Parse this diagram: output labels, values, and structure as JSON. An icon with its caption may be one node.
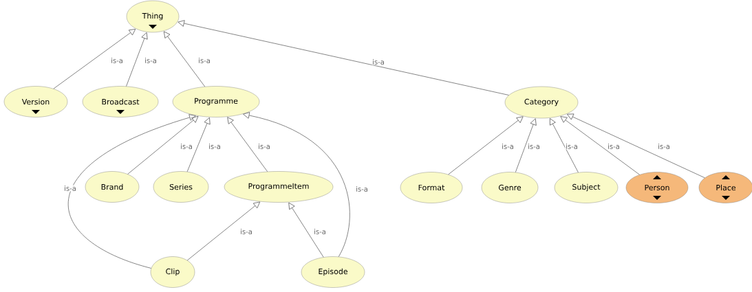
{
  "diagram": {
    "nodes": [
      {
        "text": [
          "Thing"
        ]
      },
      {
        "text": [
          "Version"
        ]
      },
      {
        "text": [
          "Broadcast"
        ]
      },
      {
        "text": [
          "Programme"
        ]
      },
      {
        "text": [
          "Category"
        ]
      },
      {
        "text": [
          "Brand"
        ]
      },
      {
        "text": [
          "Series"
        ]
      },
      {
        "text": [
          "ProgrammeItem"
        ]
      },
      {
        "text": [
          "Format"
        ]
      },
      {
        "text": [
          "Genre"
        ]
      },
      {
        "text": [
          "Subject"
        ]
      },
      {
        "text": [
          "Person"
        ]
      },
      {
        "text": [
          "Place"
        ]
      },
      {
        "text": [
          "Clip"
        ]
      },
      {
        "text": [
          "Episode"
        ]
      }
    ],
    "edges": [
      {
        "from": 1,
        "to": 0,
        "arrow": "to",
        "label": "is-a"
      },
      {
        "from": 2,
        "to": 0,
        "arrow": "to",
        "label": "is-a"
      },
      {
        "from": 3,
        "to": 0,
        "arrow": "to",
        "label": "is-a"
      },
      {
        "from": 4,
        "to": 0,
        "arrow": "to",
        "label": "is-a"
      },
      {
        "from": 5,
        "to": 3,
        "arrow": "to",
        "label": "is-a"
      },
      {
        "from": 6,
        "to": 3,
        "arrow": "to",
        "label": "is-a"
      },
      {
        "from": 7,
        "to": 3,
        "arrow": "to",
        "label": "is-a"
      },
      {
        "from": 13,
        "to": 3,
        "arrow": "to",
        "label": "is-a"
      },
      {
        "from": 14,
        "to": 3,
        "arrow": "to",
        "label": "is-a"
      },
      {
        "from": 13,
        "to": 7,
        "arrow": "to",
        "label": "is-a"
      },
      {
        "from": 14,
        "to": 7,
        "arrow": "to",
        "label": "is-a"
      },
      {
        "from": 8,
        "to": 4,
        "arrow": "to",
        "label": "is-a"
      },
      {
        "from": 9,
        "to": 4,
        "arrow": "to",
        "label": "is-a"
      },
      {
        "from": 10,
        "to": 4,
        "arrow": "to",
        "label": "is-a"
      },
      {
        "from": 11,
        "to": 4,
        "arrow": "to",
        "label": "is-a"
      },
      {
        "from": 12,
        "to": 4,
        "arrow": "to",
        "label": "is-a"
      }
    ]
  }
}
